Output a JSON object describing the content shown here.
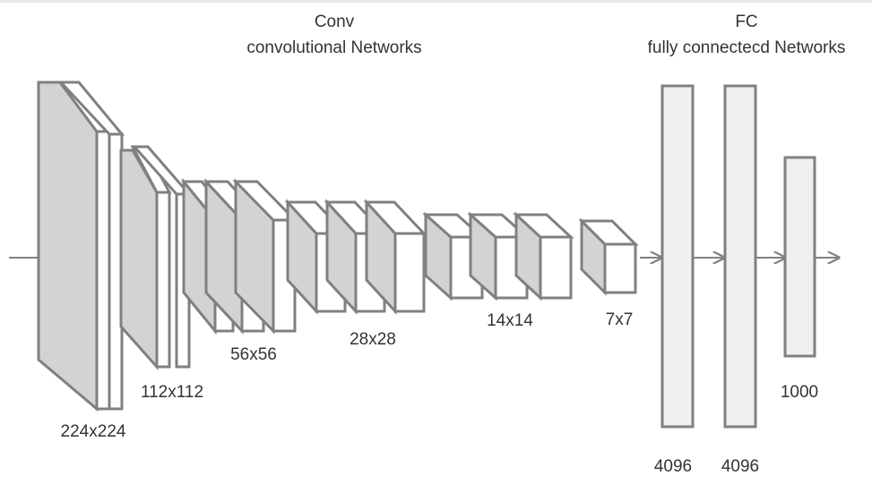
{
  "headers": {
    "conv_title": "Conv",
    "conv_subtitle": "convolutional Networks",
    "fc_title": "FC",
    "fc_subtitle": "fully connectecd Networks"
  },
  "colors": {
    "stroke": "#808080",
    "side_fill": "#d3d3d3",
    "front_fill": "#ffffff",
    "fc_fill": "#f0f0f0",
    "text": "#333333"
  },
  "conv_groups": [
    {
      "size_label": "224x224",
      "layers": 2
    },
    {
      "size_label": "112x112",
      "layers": 2
    },
    {
      "size_label": "56x56",
      "layers": 3
    },
    {
      "size_label": "28x28",
      "layers": 3
    },
    {
      "size_label": "14x14",
      "layers": 3
    },
    {
      "size_label": "7x7",
      "layers": 1
    }
  ],
  "fc_layers": [
    {
      "label": "4096"
    },
    {
      "label": "4096"
    },
    {
      "label": "1000"
    }
  ]
}
